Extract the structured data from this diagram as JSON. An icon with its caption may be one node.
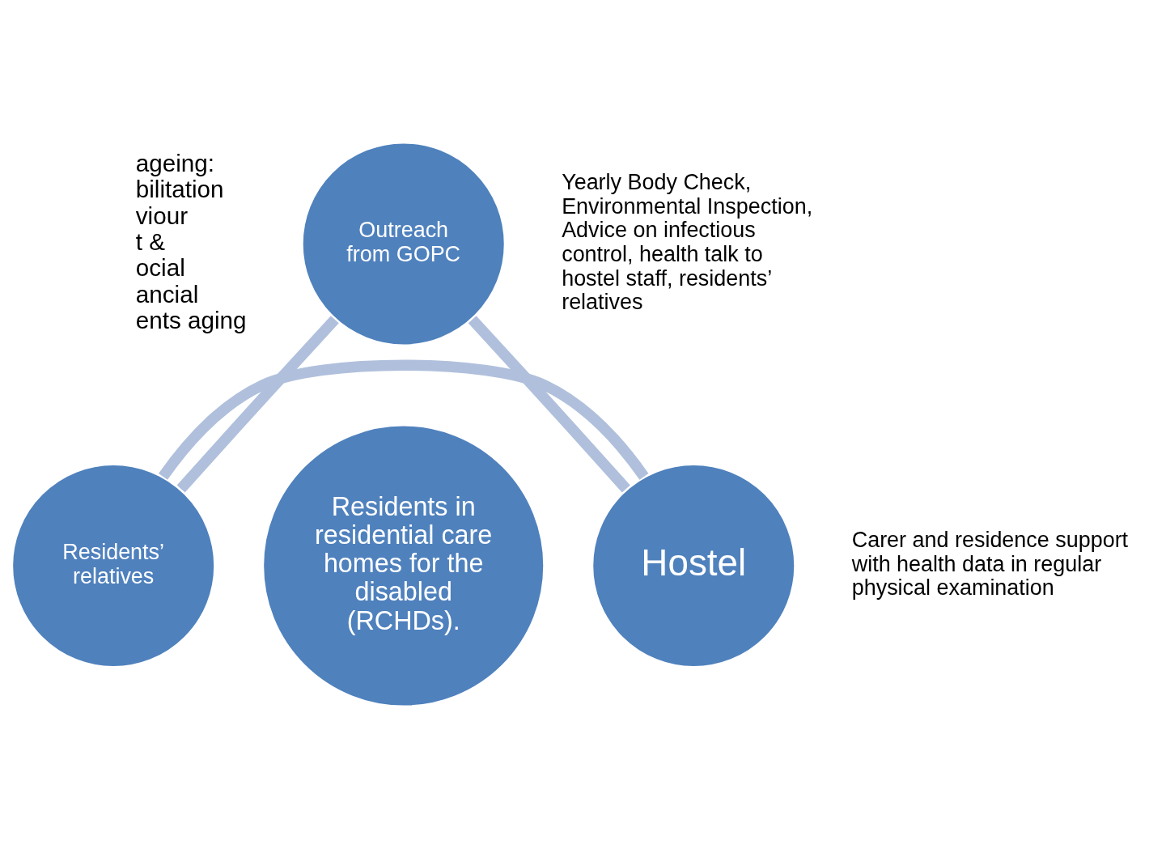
{
  "diagram": {
    "nodes": [
      {
        "text": [
          "Outreach from GOPC"
        ],
        "beside": [
          "Yearly Body Check, Environmental Inspection, Advice on infectious control, health talk to hostel staff, residents’ relatives"
        ]
      },
      {
        "text": [
          "Residents in residential care homes for the disabled (RCHDs)."
        ]
      },
      {
        "text": [
          "Residents’ relatives"
        ]
      },
      {
        "text": [
          "Hostel"
        ],
        "beside": [
          "Carer and residence support with health data in regular physical examination"
        ]
      }
    ],
    "edges": [
      {
        "from": 0,
        "to": 3,
        "arrow": "none"
      },
      {
        "from": 3,
        "to": 2,
        "arrow": "none"
      },
      {
        "from": 2,
        "to": 0,
        "arrow": "none"
      }
    ],
    "labels": [
      "ageing:",
      "bilitation",
      "viour",
      "t &",
      "ocial",
      "ancial",
      "ents aging"
    ]
  }
}
